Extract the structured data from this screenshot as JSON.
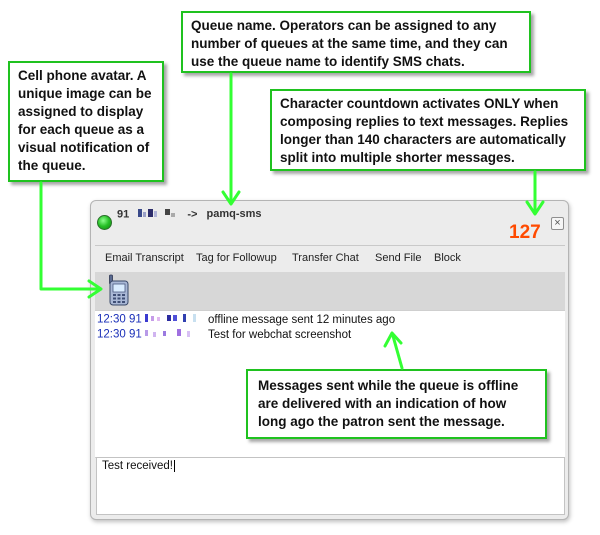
{
  "callouts": {
    "avatar": "Cell phone avatar.  A unique image can be assigned to display for each queue as a visual notification of the queue.",
    "queue_name": "Queue name. Operators can be assigned to any number of queues at the same time, and they can use the queue name to identify SMS chats.",
    "countdown": "Character countdown activates ONLY when composing replies to text messages. Replies longer than 140 characters are automatically split into multiple shorter messages.",
    "offline": "Messages sent while the queue is offline are delivered with an indication of how long ago the patron sent the message."
  },
  "window": {
    "title_prefix": "91",
    "arrow": "->",
    "queue_name": "pamq-sms",
    "char_count": "127",
    "close_symbol": "×"
  },
  "menu": [
    "Email Transcript",
    "Tag for Followup",
    "Transfer Chat",
    "Send File",
    "Block"
  ],
  "messages": [
    {
      "time": "12:30",
      "from": "91",
      "text": "offline message sent 12 minutes ago"
    },
    {
      "time": "12:30",
      "from": "91",
      "text": "Test for webchat screenshot"
    }
  ],
  "input": {
    "value": "Test received!"
  },
  "colors": {
    "callout_border": "#1fc21f",
    "arrow": "#33ff33",
    "countdown": "#ff4a00",
    "timestamp": "#1a2fb8"
  }
}
